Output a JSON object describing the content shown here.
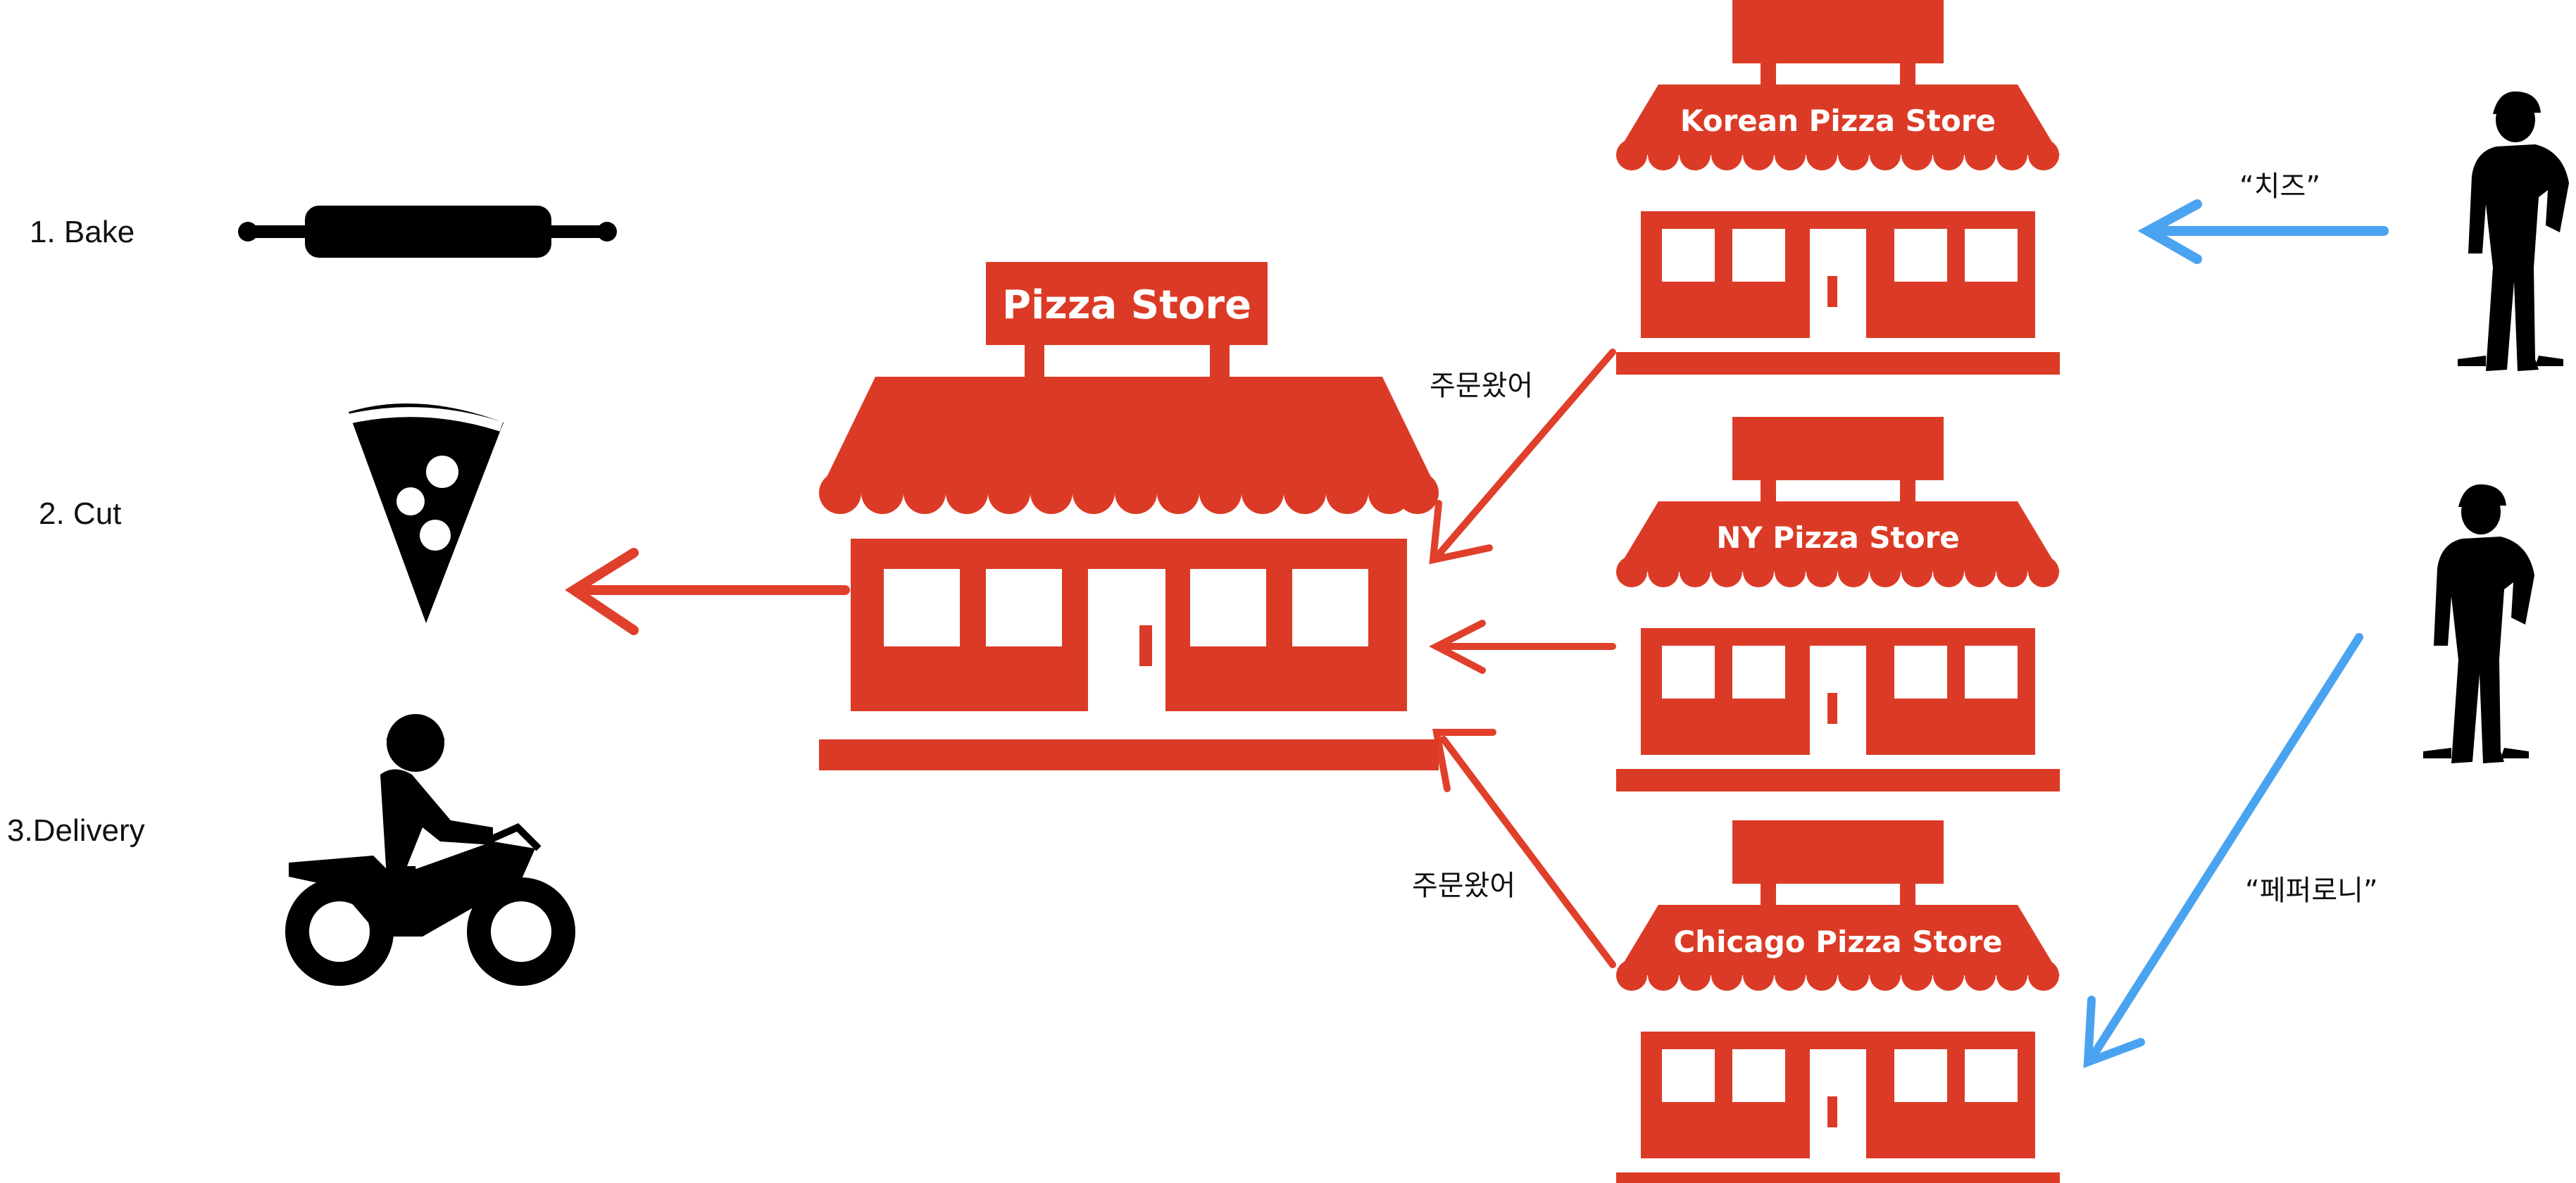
{
  "steps": [
    {
      "label": "1. Bake",
      "icon": "rolling-pin-icon"
    },
    {
      "label": "2. Cut",
      "icon": "pizza-slice-icon"
    },
    {
      "label": "3.Delivery",
      "icon": "delivery-motorbike-icon"
    }
  ],
  "main_store": {
    "label": "Pizza Store"
  },
  "stores": [
    {
      "label": "Korean Pizza Store"
    },
    {
      "label": "NY Pizza Store"
    },
    {
      "label": "Chicago Pizza Store"
    }
  ],
  "order_labels": {
    "top": "주문왔어",
    "bottom": "주문왔어"
  },
  "customers": [
    {
      "order": "“치즈”",
      "icon": "worker-silhouette-icon"
    },
    {
      "order": "“페퍼로니”",
      "icon": "worker-silhouette-icon"
    }
  ],
  "colors": {
    "store_red": "#db3b26",
    "arrow_red": "#e0402b",
    "arrow_blue": "#4aa3f0",
    "icon_black": "#000000"
  }
}
